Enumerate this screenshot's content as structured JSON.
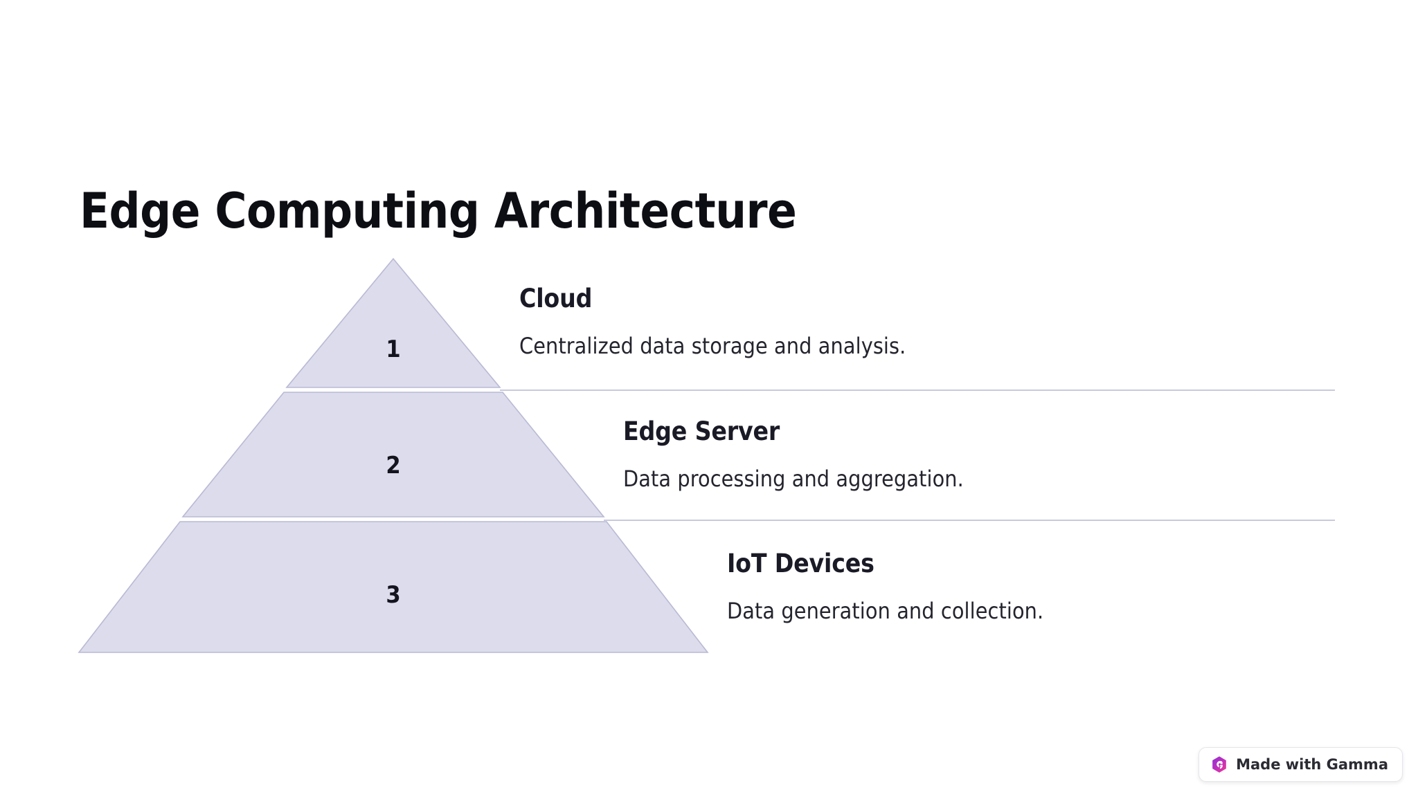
{
  "slide": {
    "title": "Edge Computing Architecture",
    "background_color": "#ffffff"
  },
  "pyramid": {
    "fill_color": "#dcdcec",
    "stroke_color": "#b9b9d4",
    "divider_color": "#c9c9de",
    "tiers": [
      {
        "number": "1",
        "title": "Cloud",
        "description": "Centralized data storage and analysis."
      },
      {
        "number": "2",
        "title": "Edge Server",
        "description": "Data processing and aggregation."
      },
      {
        "number": "3",
        "title": "IoT Devices",
        "description": "Data generation and collection."
      }
    ]
  },
  "badge": {
    "label": "Made with Gamma",
    "icon": "gamma-logo-icon",
    "gradient_from": "#a63ce0",
    "gradient_to": "#e0379a"
  }
}
